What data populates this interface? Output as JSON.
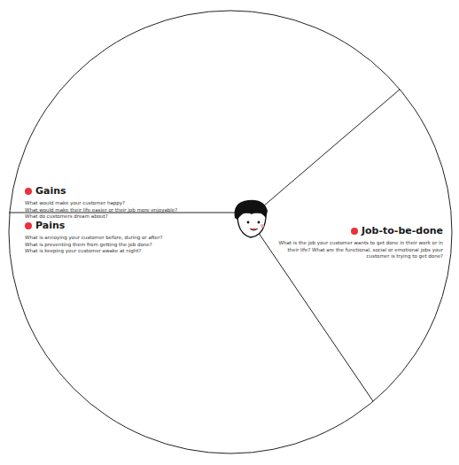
{
  "diagram": {
    "nodes": [
      {
        "text": [
          "Gains",
          "What would make your customer happy?",
          "What would make their life easier or their job more enjoyable?",
          "What do customers dream about?"
        ]
      },
      {
        "text": [
          "Pains",
          "What is annoying your customer before, during or after?",
          "What is preventing them from getting the job done?",
          "What is keeping your customer awake at night?"
        ]
      },
      {
        "text": [
          "Job-to-be-done",
          "What is the job your customer wants to get done in their work or in their life? What are the functional, social or emotional jobs your customer is trying to get done?"
        ]
      }
    ]
  }
}
